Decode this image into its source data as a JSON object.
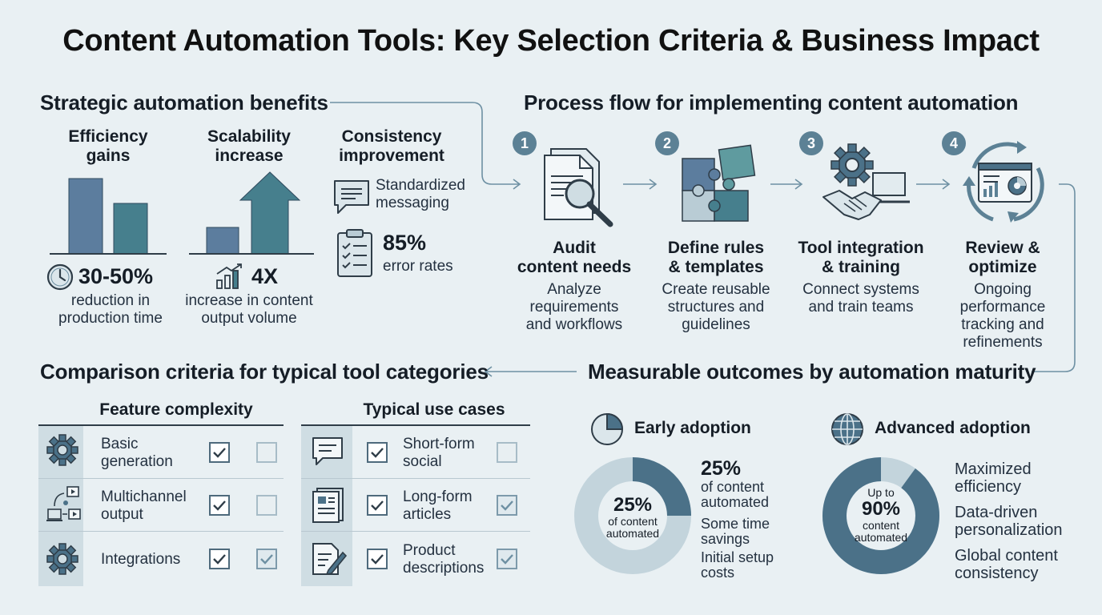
{
  "title": "Content Automation Tools: Key Selection Criteria & Business Impact",
  "benefits": {
    "heading": "Strategic automation benefits",
    "efficiency": {
      "title_l1": "Efficiency",
      "title_l2": "gains",
      "value": "30-50%",
      "desc_l1": "reduction in",
      "desc_l2": "production time"
    },
    "scalability": {
      "title_l1": "Scalability",
      "title_l2": "increase",
      "value": "4X",
      "desc_l1": "increase in content",
      "desc_l2": "output volume"
    },
    "consistency": {
      "title_l1": "Consistency",
      "title_l2": "improvement",
      "item1_l1": "Standardized",
      "item1_l2": "messaging",
      "value": "85%",
      "item2": "error rates"
    }
  },
  "process": {
    "heading": "Process flow for implementing content automation",
    "steps": [
      {
        "num": "1",
        "title_l1": "Audit",
        "title_l2": "content needs",
        "d1": "Analyze",
        "d2": "requirements",
        "d3": "and workflows",
        "d4": ""
      },
      {
        "num": "2",
        "title_l1": "Define rules",
        "title_l2": "& templates",
        "d1": "Create reusable",
        "d2": "structures and",
        "d3": "guidelines",
        "d4": ""
      },
      {
        "num": "3",
        "title_l1": "Tool integration",
        "title_l2": "& training",
        "d1": "Connect systems",
        "d2": "and train teams",
        "d3": "",
        "d4": ""
      },
      {
        "num": "4",
        "title_l1": "Review &",
        "title_l2": "optimize",
        "d1": "Ongoing",
        "d2": "performance",
        "d3": "tracking and",
        "d4": "refinements"
      }
    ]
  },
  "comparison": {
    "heading": "Comparison criteria for typical tool categories",
    "features": {
      "header": "Feature complexity",
      "rows": [
        {
          "l1": "Basic",
          "l2": "generation",
          "c1": true,
          "c2": false
        },
        {
          "l1": "Multichannel",
          "l2": "output",
          "c1": true,
          "c2": false
        },
        {
          "l1": "Integrations",
          "l2": "",
          "c1": true,
          "c2": true
        }
      ]
    },
    "usecases": {
      "header": "Typical use cases",
      "rows": [
        {
          "l1": "Short-form",
          "l2": "social",
          "c1": true,
          "c2": false
        },
        {
          "l1": "Long-form",
          "l2": "articles",
          "c1": true,
          "c2": true
        },
        {
          "l1": "Product",
          "l2": "descriptions",
          "c1": true,
          "c2": true
        }
      ]
    }
  },
  "outcomes": {
    "heading": "Measurable outcomes by automation maturity",
    "early": {
      "title": "Early adoption",
      "center_value": "25%",
      "center_l1": "of content",
      "center_l2": "automated",
      "side_value": "25%",
      "side_l1": "of content",
      "side_l2": "automated",
      "note1_l1": "Some time",
      "note1_l2": "savings",
      "note2_l1": "Initial setup",
      "note2_l2": "costs",
      "fraction": 0.25
    },
    "advanced": {
      "title": "Advanced adoption",
      "center_pre": "Up to",
      "center_value": "90%",
      "center_l1": "content",
      "center_l2": "automated",
      "note1_l1": "Maximized",
      "note1_l2": "efficiency",
      "note2_l1": "Data-driven",
      "note2_l2": "personalization",
      "note3_l1": "Global content",
      "note3_l2": "consistency",
      "fraction": 0.9
    }
  },
  "colors": {
    "dark": "#4b7188",
    "teal": "#3f7d86",
    "light": "#b9ccd5",
    "accent": "#5c8195"
  }
}
